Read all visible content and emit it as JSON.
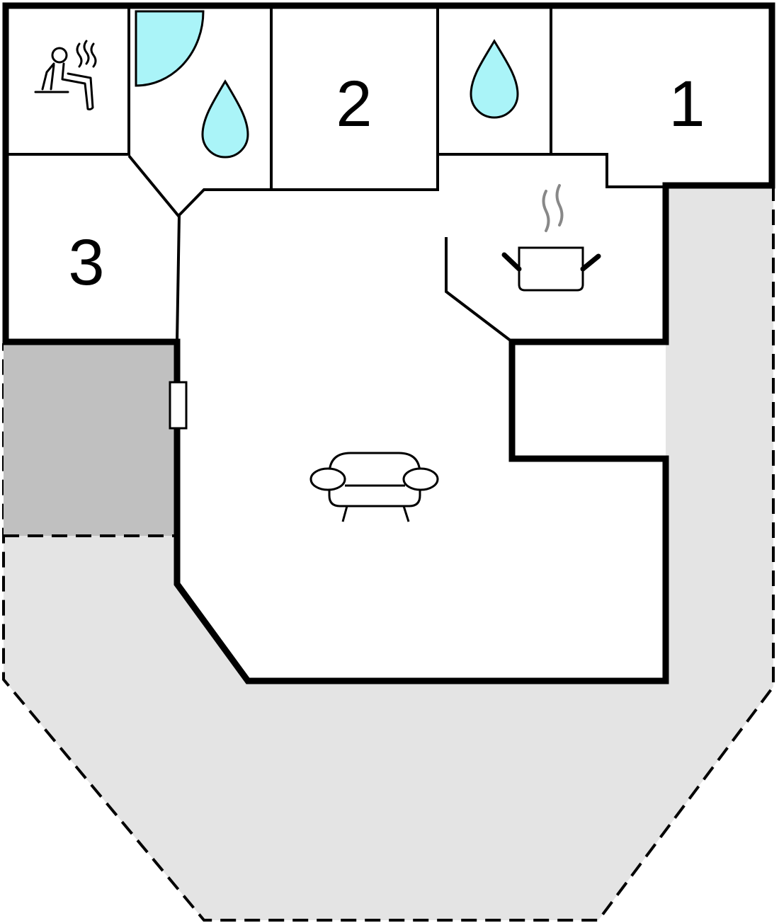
{
  "colors": {
    "terrace": "#e4e4e4",
    "covered_area": "#c0c0c0",
    "water": "#aaf4f8",
    "wall": "#000000",
    "steam": "#888888"
  },
  "rooms": {
    "bedroom_1": {
      "label": "1"
    },
    "bedroom_2": {
      "label": "2"
    },
    "bedroom_3": {
      "label": "3"
    }
  },
  "icons": {
    "sauna": "sauna-icon",
    "bathroom_1": "water-drop-icon",
    "bathroom_2": "water-drop-icon",
    "kitchen": "cooking-pot-icon",
    "living_room": "sofa-icon",
    "shower": "shower-icon",
    "door": "door-icon"
  }
}
